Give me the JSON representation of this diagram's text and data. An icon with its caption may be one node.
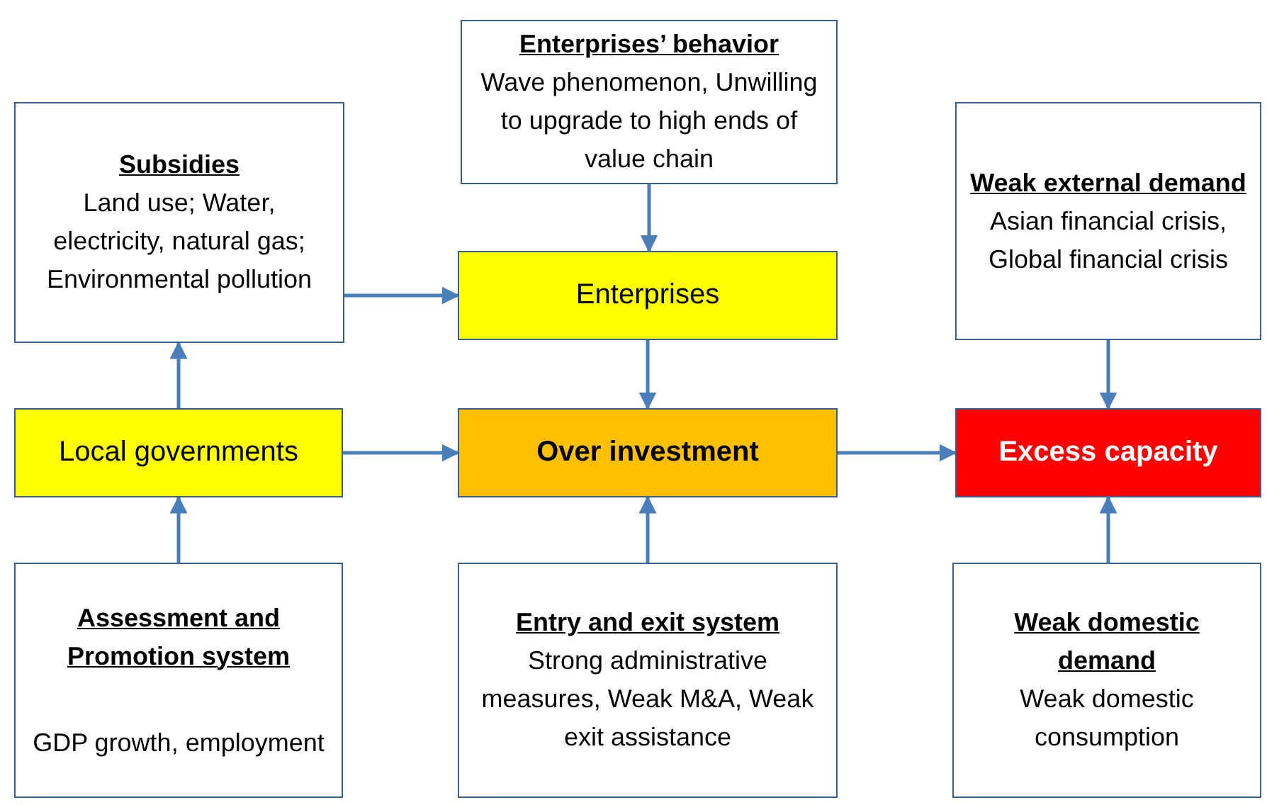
{
  "diagram": {
    "nodes": [
      {
        "text": [
          "Subsidies",
          "Land use; Water, electricity, natural gas; Environmental pollution"
        ]
      },
      {
        "text": [
          "Enterprises’ behavior",
          "Wave phenomenon, Unwilling to upgrade to high ends of value chain"
        ]
      },
      {
        "text": [
          "Enterprises"
        ]
      },
      {
        "text": [
          "Weak external demand",
          "Asian financial crisis, Global financial crisis"
        ]
      },
      {
        "text": [
          "Local governments"
        ]
      },
      {
        "text": [
          "Over investment"
        ]
      },
      {
        "text": [
          "Excess capacity"
        ]
      },
      {
        "text": [
          "Assessment and Promotion system",
          "GDP growth, employment"
        ]
      },
      {
        "text": [
          "Entry and exit system",
          "Strong administrative measures, Weak M&A, Weak exit assistance"
        ]
      },
      {
        "text": [
          "Weak domestic demand",
          "Weak domestic consumption"
        ]
      }
    ],
    "edges": [
      {
        "from": 0,
        "to": 2,
        "arrow": "to"
      },
      {
        "from": 1,
        "to": 2,
        "arrow": "to"
      },
      {
        "from": 2,
        "to": 5,
        "arrow": "to"
      },
      {
        "from": 3,
        "to": 6,
        "arrow": "to"
      },
      {
        "from": 4,
        "to": 0,
        "arrow": "to"
      },
      {
        "from": 4,
        "to": 5,
        "arrow": "to"
      },
      {
        "from": 5,
        "to": 6,
        "arrow": "to"
      },
      {
        "from": 7,
        "to": 4,
        "arrow": "to"
      },
      {
        "from": 8,
        "to": 5,
        "arrow": "to"
      },
      {
        "from": 9,
        "to": 6,
        "arrow": "to"
      }
    ]
  }
}
